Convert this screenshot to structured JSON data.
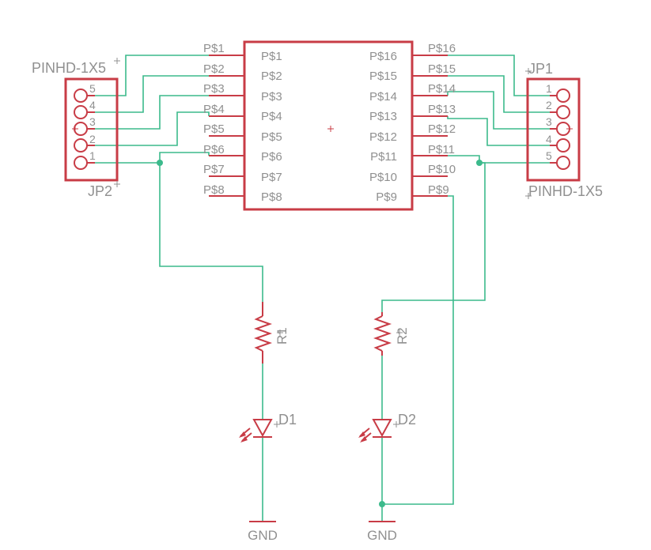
{
  "ic": {
    "left_pins": [
      "P$1",
      "P$2",
      "P$3",
      "P$4",
      "P$5",
      "P$6",
      "P$7",
      "P$8"
    ],
    "right_pins": [
      "P$16",
      "P$15",
      "P$14",
      "P$13",
      "P$12",
      "P$11",
      "P$10",
      "P$9"
    ]
  },
  "jp2": {
    "name": "JP2",
    "value": "PINHD-1X5",
    "pins": [
      "5",
      "4",
      "3",
      "2",
      "1"
    ]
  },
  "jp1": {
    "name": "JP1",
    "value": "PINHD-1X5",
    "pins": [
      "1",
      "2",
      "3",
      "4",
      "5"
    ]
  },
  "r1": {
    "name": "R1"
  },
  "r2": {
    "name": "R2"
  },
  "d1": {
    "name": "D1"
  },
  "d2": {
    "name": "D2"
  },
  "gnd1": {
    "label": "GND"
  },
  "gnd2": {
    "label": "GND"
  },
  "colors": {
    "part": "#c83c46",
    "wire": "#3cba8c",
    "text": "#909090"
  }
}
